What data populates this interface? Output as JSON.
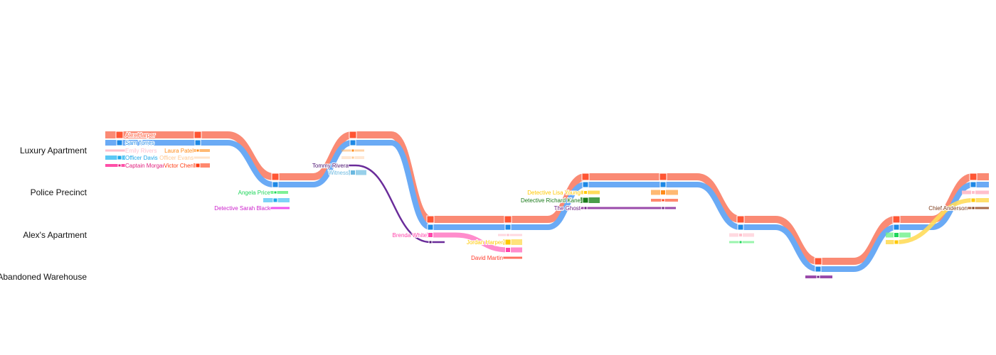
{
  "locations": [
    "Luxury Apartment",
    "Police Precinct",
    "Alex's Apartment",
    "Abandoned Warehouse"
  ],
  "characters": [
    {
      "name": "Alex Harper",
      "color": "#fa8a74",
      "marker": "#ff5533"
    },
    {
      "name": "Sam Torres",
      "color": "#6aaaf5",
      "marker": "#1e88e5"
    },
    {
      "name": "Emily Rivers",
      "color": "#ffbfcc",
      "marker": "#ffbfcc"
    },
    {
      "name": "Officer Davis",
      "color": "#5cc8f5",
      "marker": "#1ea7e8"
    },
    {
      "name": "Captain Morgan",
      "color": "#ff4fa8",
      "marker": "#e0207e"
    },
    {
      "name": "Laura Patel",
      "color": "#ffa850",
      "marker": "#ff8c1a"
    },
    {
      "name": "Officer Evans",
      "color": "#ffd9b5",
      "marker": "#ffc890"
    },
    {
      "name": "Victor Chen",
      "color": "#ff6a4a",
      "marker": "#ff3a10"
    },
    {
      "name": "Angela Price",
      "color": "#6ff08a",
      "marker": "#1ed65a"
    },
    {
      "name": "Detective Sarah Black",
      "color": "#ee55ee",
      "marker": "#cc22cc"
    },
    {
      "name": "Tommy Rivera",
      "color": "#6a2c9a",
      "marker": "#4a1070"
    },
    {
      "name": "Witness",
      "color": "#98d0ea",
      "marker": "#6ab8e0"
    },
    {
      "name": "Brenda White",
      "color": "#ff8ccc",
      "marker": "#ff44aa"
    },
    {
      "name": "Jordan Harper",
      "color": "#ffdc5a",
      "marker": "#ffc800"
    },
    {
      "name": "David Martin",
      "color": "#ff7060",
      "marker": "#ff3a2a"
    },
    {
      "name": "Detective Lisa Young",
      "color": "#ffdc5a",
      "marker": "#ffc800"
    },
    {
      "name": "Detective Richard Kane",
      "color": "#4a9e4a",
      "marker": "#1a7a1a"
    },
    {
      "name": "The Ghost",
      "color": "#9a4aaa",
      "marker": "#6a1a80"
    },
    {
      "name": "Chief Anderson",
      "color": "#a86a48",
      "marker": "#7a3a1a"
    }
  ]
}
